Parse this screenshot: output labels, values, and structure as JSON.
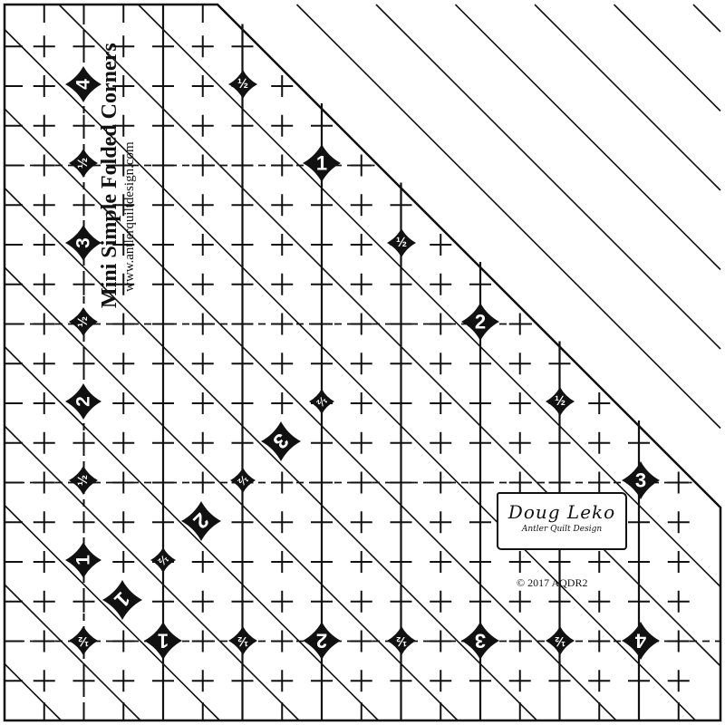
{
  "ruler": {
    "title": "Mini Simple Folded Corners",
    "url": "www.antlerquiltdesign.com",
    "logo": {
      "name": "Doug Leko",
      "subtitle": "Antler Quilt Design"
    },
    "copyright": "© 2017 AQDR2",
    "ink_color": "#111111",
    "background_color": "#ffffff",
    "left_column_markers": [
      "4",
      "½",
      "3",
      "½",
      "2",
      "½",
      "1",
      "½"
    ],
    "diagonal_markers_upper": [
      "½",
      "1",
      "½",
      "2",
      "½",
      "3"
    ],
    "bottom_row_markers": [
      "½",
      "1",
      "½",
      "2",
      "½",
      "3",
      "½",
      "4"
    ],
    "inner_markers": [
      "1",
      "2",
      "3"
    ]
  }
}
